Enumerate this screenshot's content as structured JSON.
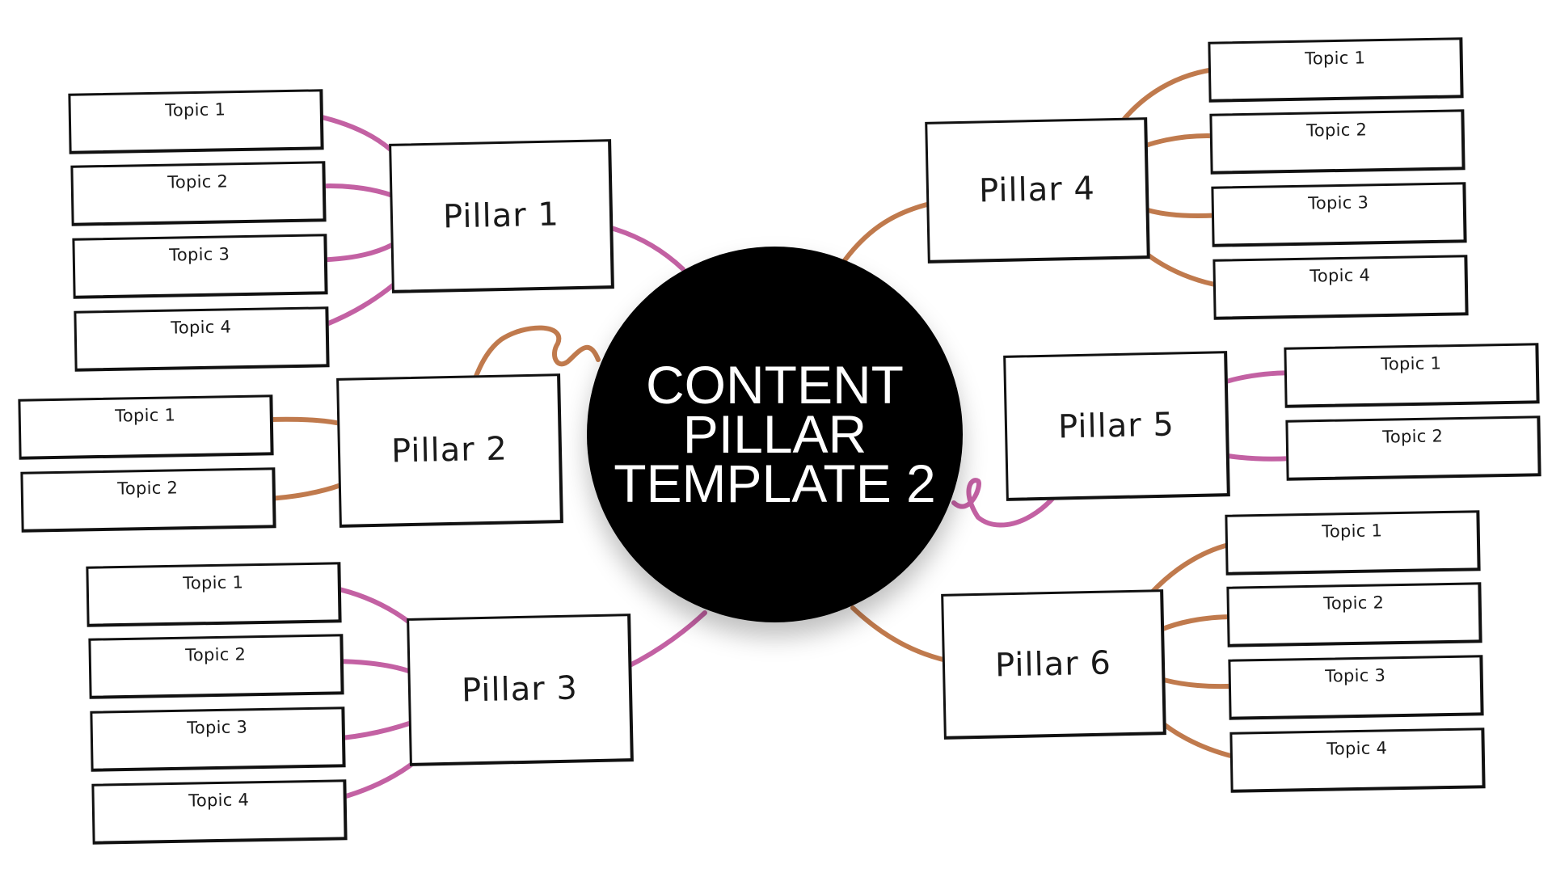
{
  "title_lines": [
    "CONTENT",
    "PILLAR",
    "TEMPLATE 2"
  ],
  "colors": {
    "pink": "#c361a3",
    "brown": "#c07a4d",
    "ink": "#111111",
    "circle": "#000000"
  },
  "pillars": [
    {
      "label": "Pillar 1",
      "color": "pink",
      "topics": [
        "Topic 1",
        "Topic 2",
        "Topic 3",
        "Topic 4"
      ]
    },
    {
      "label": "Pillar 2",
      "color": "brown",
      "topics": [
        "Topic 1",
        "Topic 2"
      ]
    },
    {
      "label": "Pillar 3",
      "color": "pink",
      "topics": [
        "Topic 1",
        "Topic 2",
        "Topic 3",
        "Topic 4"
      ]
    },
    {
      "label": "Pillar 4",
      "color": "brown",
      "topics": [
        "Topic 1",
        "Topic 2",
        "Topic 3",
        "Topic 4"
      ]
    },
    {
      "label": "Pillar 5",
      "color": "pink",
      "topics": [
        "Topic 1",
        "Topic 2"
      ]
    },
    {
      "label": "Pillar 6",
      "color": "brown",
      "topics": [
        "Topic 1",
        "Topic 2",
        "Topic 3",
        "Topic 4"
      ]
    }
  ]
}
